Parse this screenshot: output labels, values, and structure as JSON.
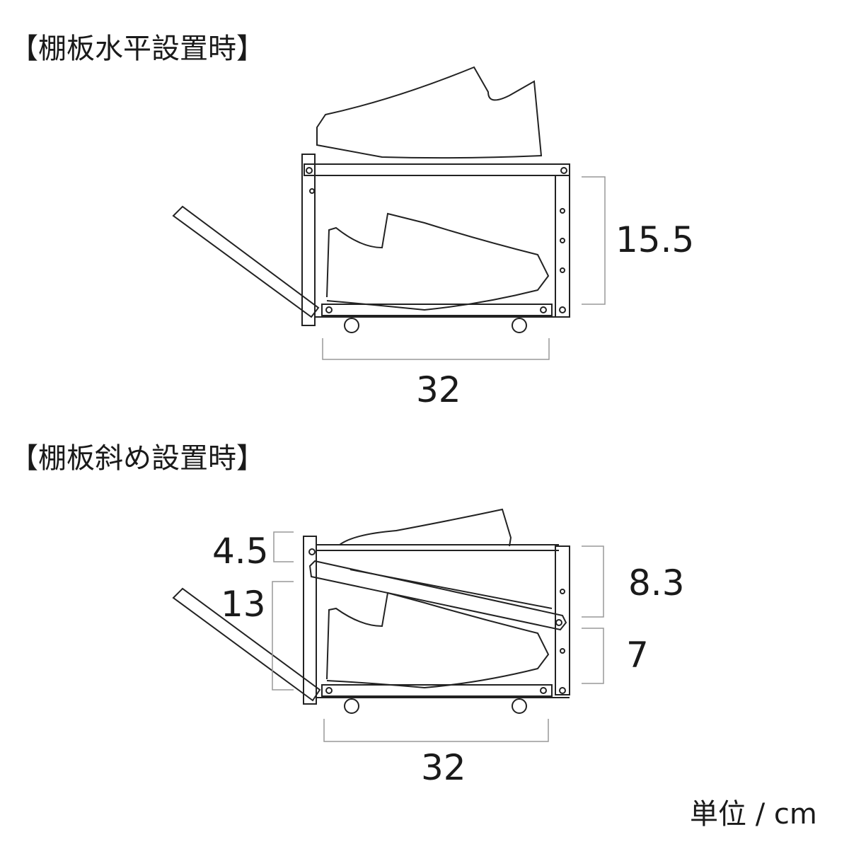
{
  "section1": {
    "title": "【棚板水平設置時】",
    "height_label": "15.5",
    "width_label": "32"
  },
  "section2": {
    "title": "【棚板斜め設置時】",
    "top_gap_label": "4.5",
    "door_label": "13",
    "upper_label": "8.3",
    "lower_label": "7",
    "width_label": "32"
  },
  "unit": "単位 / cm"
}
